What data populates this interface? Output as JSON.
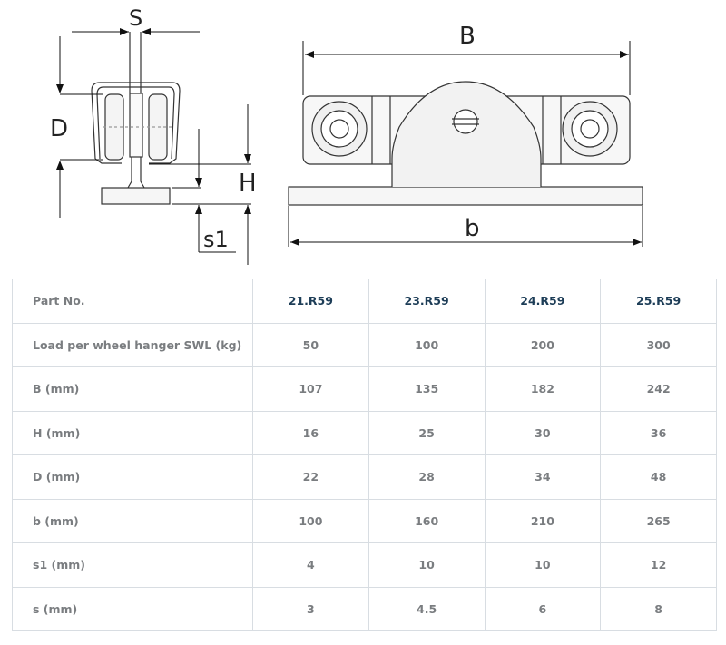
{
  "drawing": {
    "labels": {
      "s": "S",
      "D": "D",
      "H": "H",
      "s1": "s1",
      "B": "B",
      "b": "b"
    }
  },
  "table": {
    "header": {
      "label": "Part No.",
      "values": [
        "21.R59",
        "23.R59",
        "24.R59",
        "25.R59"
      ]
    },
    "rows": [
      {
        "label": "Load per wheel hanger SWL (kg)",
        "values": [
          "50",
          "100",
          "200",
          "300"
        ]
      },
      {
        "label": "B (mm)",
        "values": [
          "107",
          "135",
          "182",
          "242"
        ]
      },
      {
        "label": "H (mm)",
        "values": [
          "16",
          "25",
          "30",
          "36"
        ]
      },
      {
        "label": "D (mm)",
        "values": [
          "22",
          "28",
          "34",
          "48"
        ]
      },
      {
        "label": "b (mm)",
        "values": [
          "100",
          "160",
          "210",
          "265"
        ]
      },
      {
        "label": "s1 (mm)",
        "values": [
          "4",
          "10",
          "10",
          "12"
        ]
      },
      {
        "label": "s (mm)",
        "values": [
          "3",
          "4.5",
          "6",
          "8"
        ]
      }
    ]
  }
}
